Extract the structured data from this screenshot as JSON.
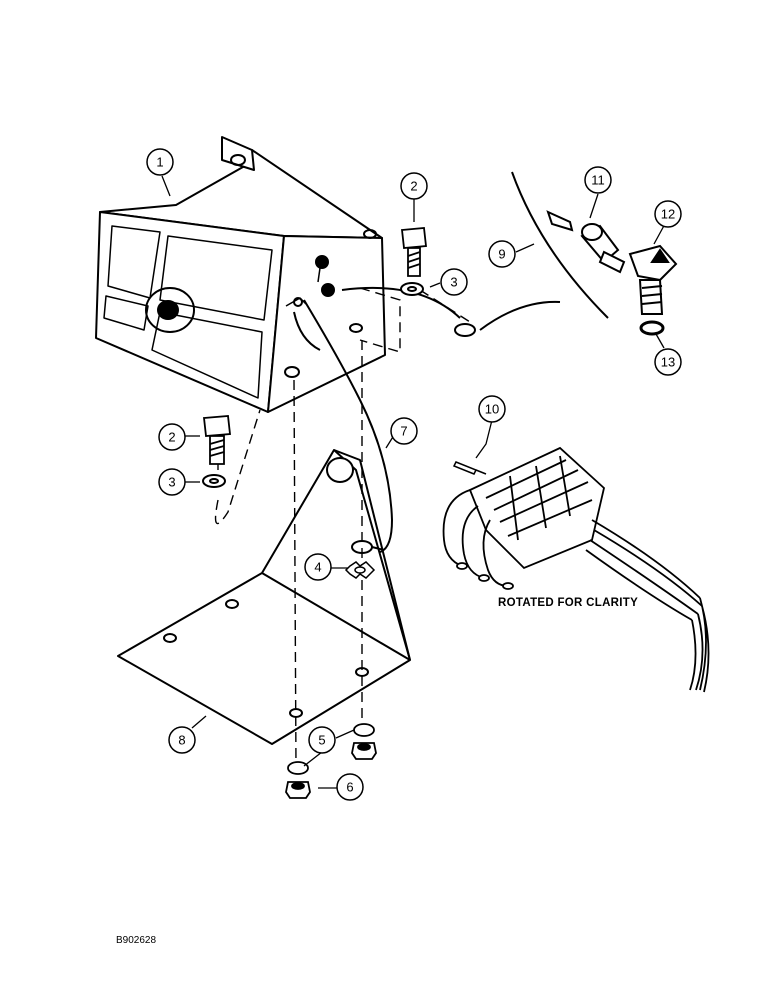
{
  "callouts": {
    "c1": "1",
    "c2a": "2",
    "c2b": "2",
    "c3a": "3",
    "c3b": "3",
    "c4": "4",
    "c5": "5",
    "c6": "6",
    "c7": "7",
    "c8": "8",
    "c9": "9",
    "c10": "10",
    "c11": "11",
    "c12": "12",
    "c13": "13"
  },
  "caption": "ROTATED FOR CLARITY",
  "figure_id": "B902628"
}
